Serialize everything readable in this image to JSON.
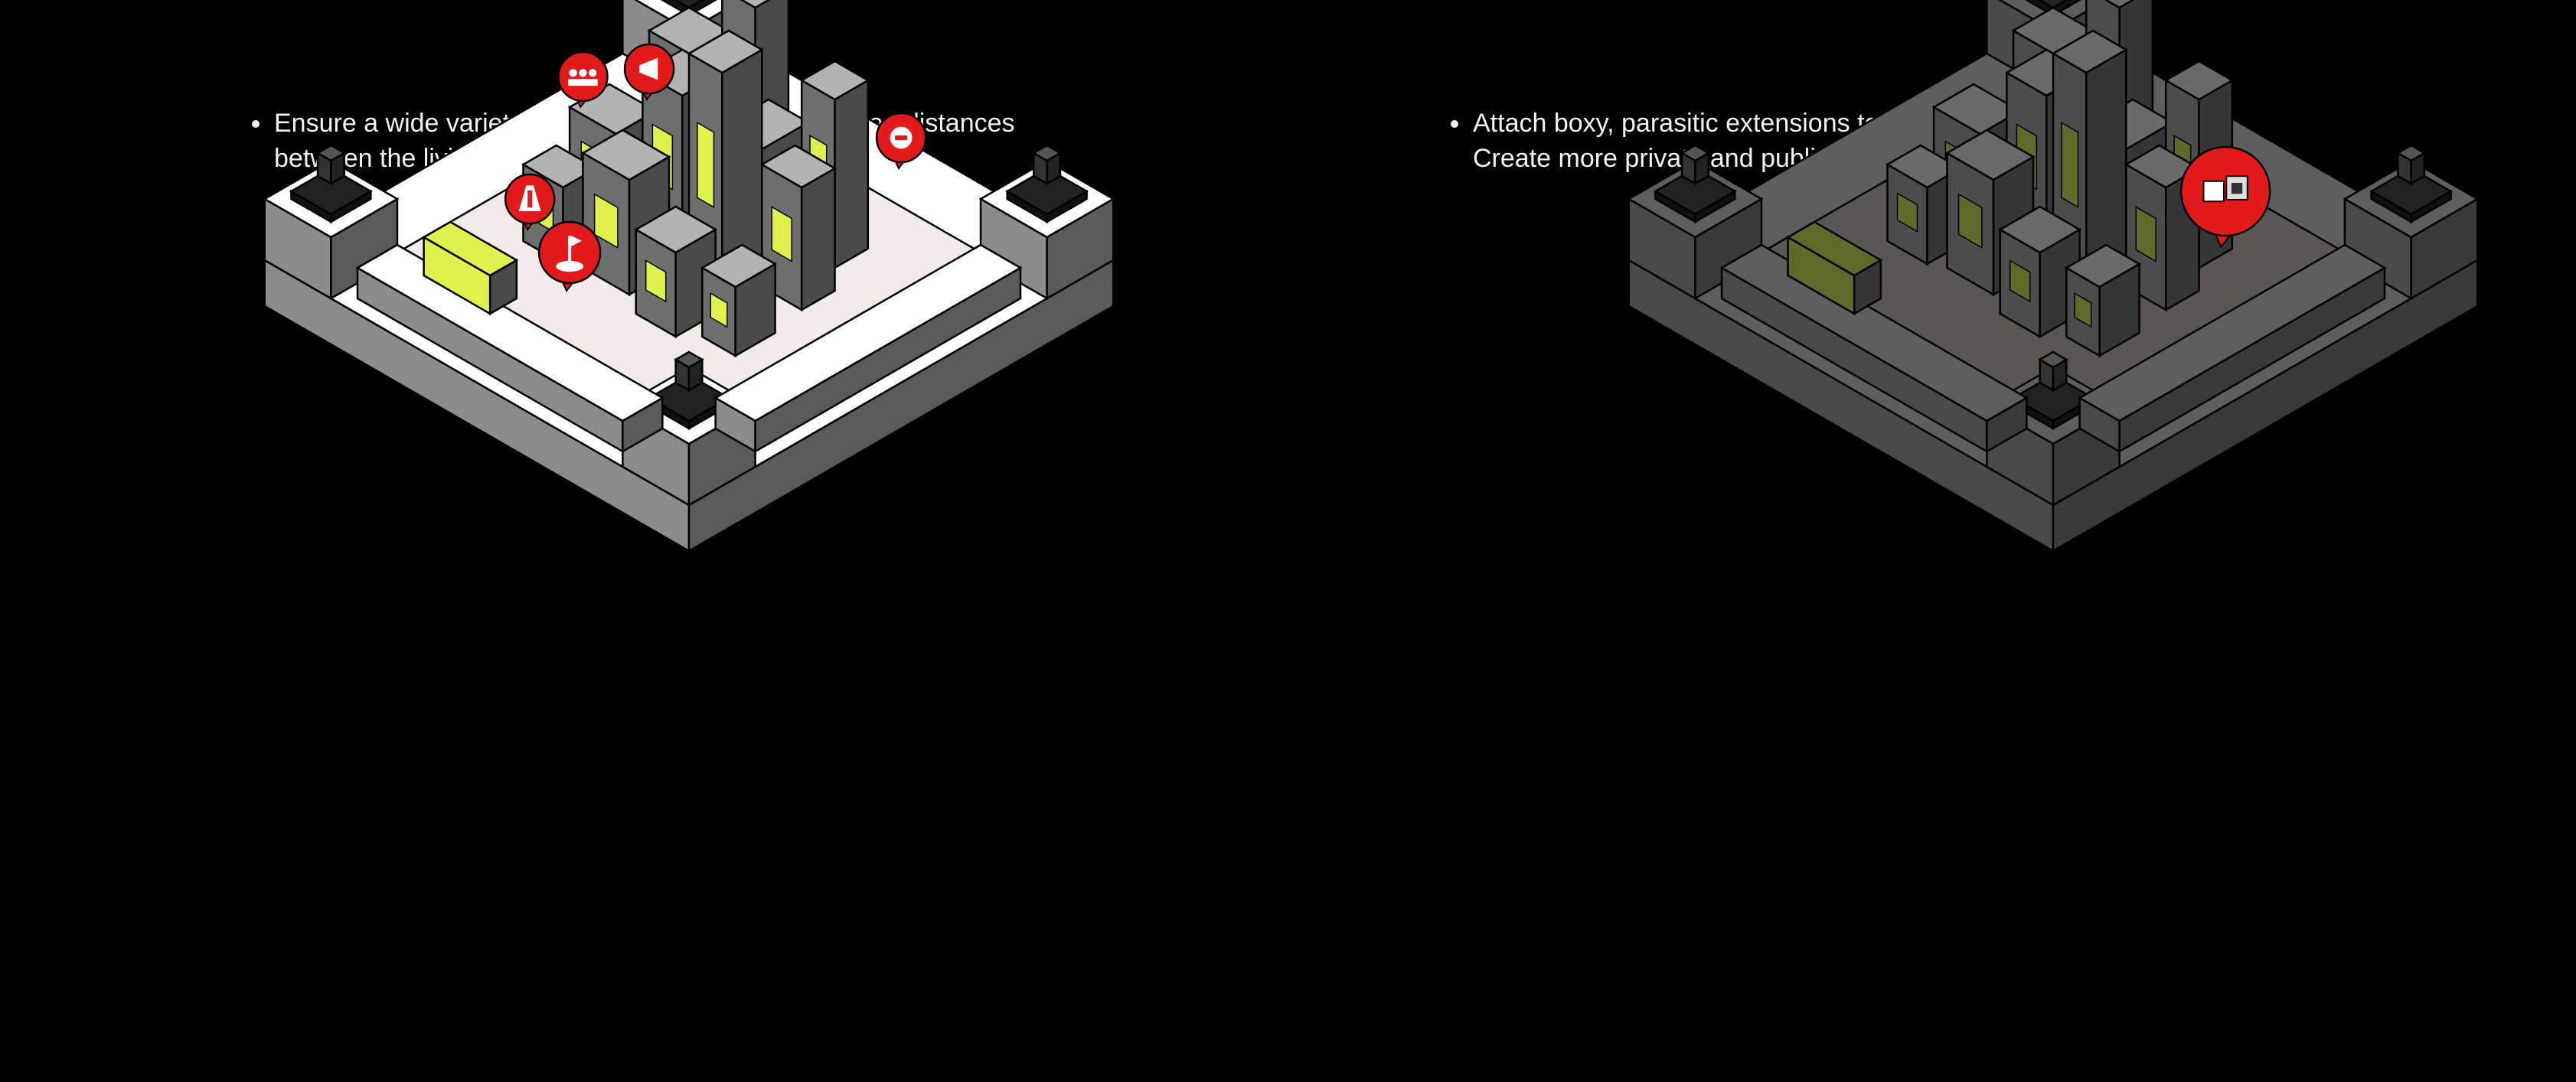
{
  "panels": [
    {
      "id": "left",
      "bullet_lines": [
        "Ensure a wide variety of community activities. Shorten distances",
        "between the living space and recreations."
      ],
      "theme": {
        "platform_top": "#ffffff",
        "platform_left": "#8c8c8c",
        "platform_right": "#5a5a5a",
        "plaza": "#f3eaea",
        "building_top": "#b3b3b3",
        "building_left": "#6e6e6e",
        "building_right": "#4a4a4a",
        "accent_window": "#dff04f",
        "marker": "#e11b1b"
      },
      "markers": [
        "people-icon",
        "minus-icon",
        "megaphone-icon",
        "road-icon",
        "flag-icon"
      ]
    },
    {
      "id": "right",
      "bullet_lines": [
        "Attach boxy, parasitic extensions to the architecture exterior.",
        "Create more private and public spaces that residents could use."
      ],
      "theme": {
        "platform_top": "#5e5e5e",
        "platform_left": "#4a4a4a",
        "platform_right": "#3a3a3a",
        "plaza": "#5a5656",
        "building_top": "#6a6a6a",
        "building_left": "#4c4c4c",
        "building_right": "#363636",
        "accent_window": "#5f6a2a",
        "marker": "#e11b1b"
      },
      "markers": [
        "extension-box-icon"
      ]
    }
  ]
}
